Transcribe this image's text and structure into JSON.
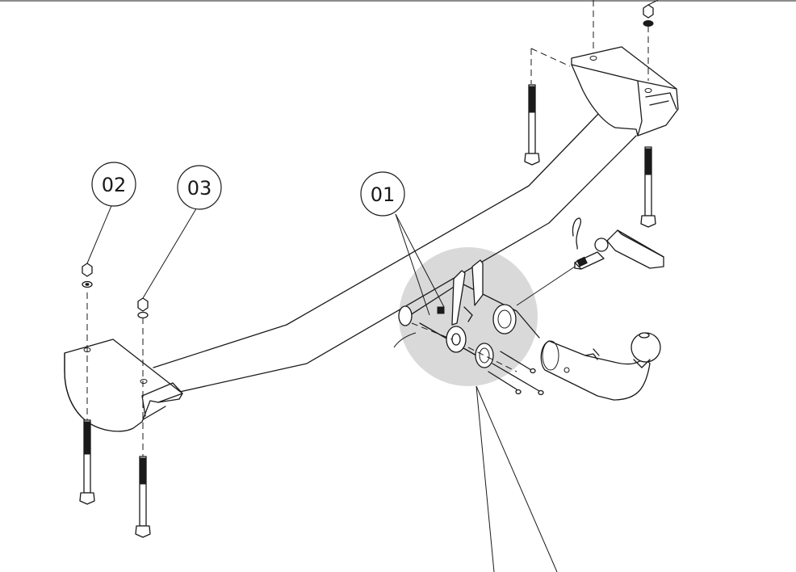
{
  "callouts": [
    {
      "id": "02",
      "label": "02"
    },
    {
      "id": "03",
      "label": "03"
    },
    {
      "id": "01",
      "label": "01"
    }
  ],
  "colors": {
    "line": "#1a1a1a",
    "highlight": "#d9d9d9",
    "background": "#ffffff"
  }
}
